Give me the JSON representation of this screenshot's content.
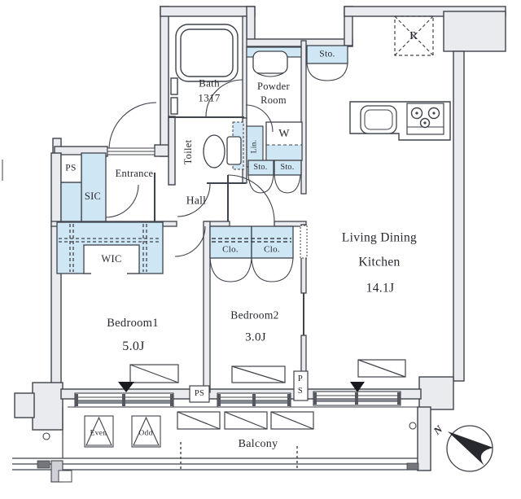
{
  "plan": {
    "rooms": {
      "bath": {
        "name": "Bath",
        "size": "1317"
      },
      "powder_room": {
        "name_line1": "Powder",
        "name_line2": "Room"
      },
      "toilet": {
        "name": "Toilet"
      },
      "entrance": {
        "name": "Entrance"
      },
      "hall": {
        "name": "Hall"
      },
      "sic": {
        "name": "SIC"
      },
      "wic": {
        "name": "WIC"
      },
      "bedroom1": {
        "name": "Bedroom1",
        "size": "5.0J"
      },
      "bedroom2": {
        "name": "Bedroom2",
        "size": "3.0J"
      },
      "living_dining_kitchen": {
        "name_line1": "Living Dining",
        "name_line2": "Kitchen",
        "size": "14.1J"
      },
      "balcony": {
        "name": "Balcony"
      }
    },
    "storage": {
      "sto_powder": "Sto.",
      "sto_hall_left": "Sto.",
      "sto_hall_right": "Sto.",
      "linen": "Lin.",
      "washer": "W",
      "closet_left": "Clo.",
      "closet_right": "Clo.",
      "refrigerator": "R"
    },
    "pipe_shafts": {
      "entrance_ps": "PS",
      "bedroom_ps": "PS",
      "ldk_ps_line1": "P",
      "ldk_ps_line2": "S"
    },
    "balcony_marks": {
      "even": "Even",
      "odd": "Odd"
    },
    "compass_north": "N",
    "colors": {
      "wall_fill": "#e9ebee",
      "line": "#3f434b",
      "closet_fill": "#cfe6f4"
    }
  }
}
